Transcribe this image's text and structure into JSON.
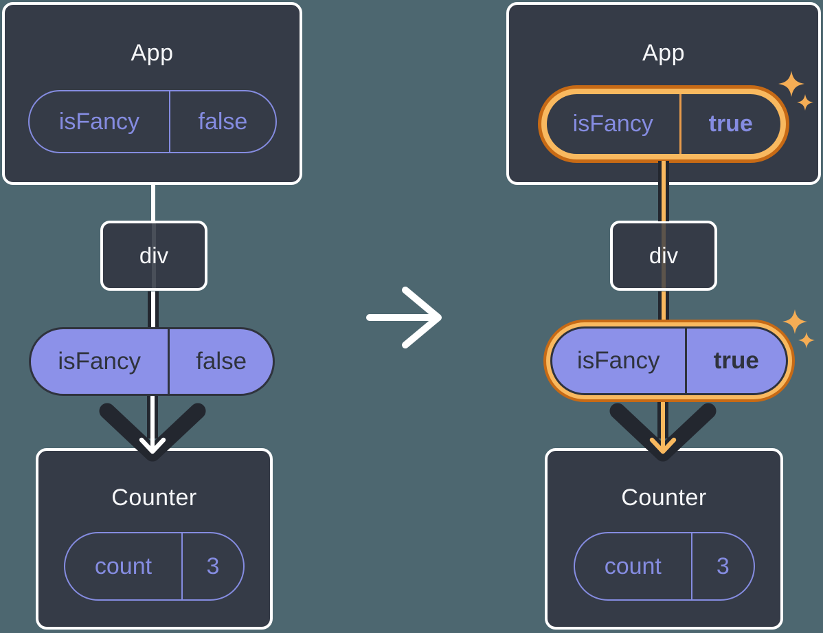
{
  "colors": {
    "background": "#4D6770",
    "box_fill": "#353B47",
    "box_border": "#FFFFFF",
    "purple": "#858CE1",
    "purple_fill": "#8C91E9",
    "dark_line": "#23272F",
    "dark_text": "#2F333D",
    "highlight_ring_inner": "#F9B95F",
    "highlight_ring_outer": "#C76A15",
    "sparkle": "#F5AD55",
    "title_text": "#F6F7F9"
  },
  "before": {
    "app": {
      "title": "App",
      "prop": {
        "name": "isFancy",
        "value": "false"
      }
    },
    "div_label": "div",
    "flow": {
      "name": "isFancy",
      "value": "false"
    },
    "counter": {
      "title": "Counter",
      "state": {
        "name": "count",
        "value": "3"
      }
    }
  },
  "after": {
    "app": {
      "title": "App",
      "prop": {
        "name": "isFancy",
        "value": "true"
      }
    },
    "div_label": "div",
    "flow": {
      "name": "isFancy",
      "value": "true"
    },
    "counter": {
      "title": "Counter",
      "state": {
        "name": "count",
        "value": "3"
      }
    }
  }
}
